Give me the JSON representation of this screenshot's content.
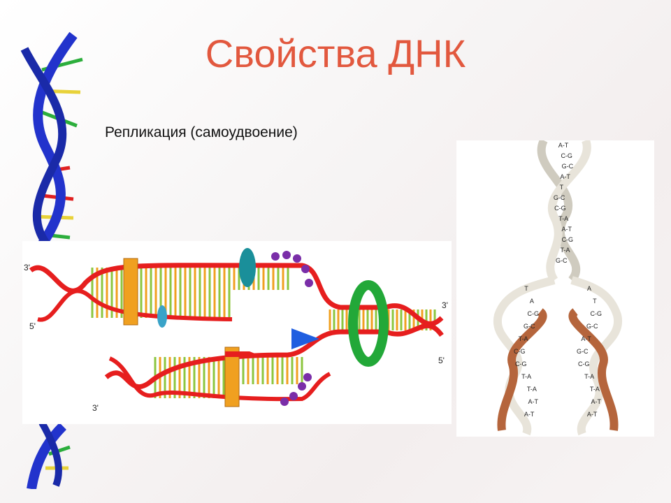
{
  "slide": {
    "title": "Свойства ДНК",
    "subtitle": "Репликация (самоудвоение)"
  },
  "replication_diagram": {
    "end_labels": {
      "top_left_3": "3'",
      "left_5": "5'",
      "right_3": "3'",
      "right_5": "5'",
      "bottom_3": "3'"
    }
  },
  "helix_diagram": {
    "pairs_top": [
      "A-T",
      "C-G",
      "G-C",
      "A-T",
      "T",
      "G-C",
      "C-G",
      "T-A",
      "A-T",
      "C-G",
      "T-A",
      "G-C"
    ],
    "left_daughter_pairs": [
      "T",
      "A",
      "C-G",
      "G-C",
      "T-A",
      "C-G",
      "C-G",
      "T-A",
      "T-A",
      "A-T",
      "A-T"
    ],
    "right_daughter_pairs": [
      "A",
      "T",
      "C-G",
      "G-C",
      "A-T",
      "G-C",
      "C-G",
      "T-A",
      "T-A",
      "A-T",
      "A-T"
    ]
  },
  "colors": {
    "title": "#e2583e",
    "strand_red": "#e61e1e",
    "rung_orange": "#f0a020",
    "rung_green": "#8cc63f",
    "helix_blue": "#2233cc",
    "new_strand_brown": "#b5653c"
  }
}
